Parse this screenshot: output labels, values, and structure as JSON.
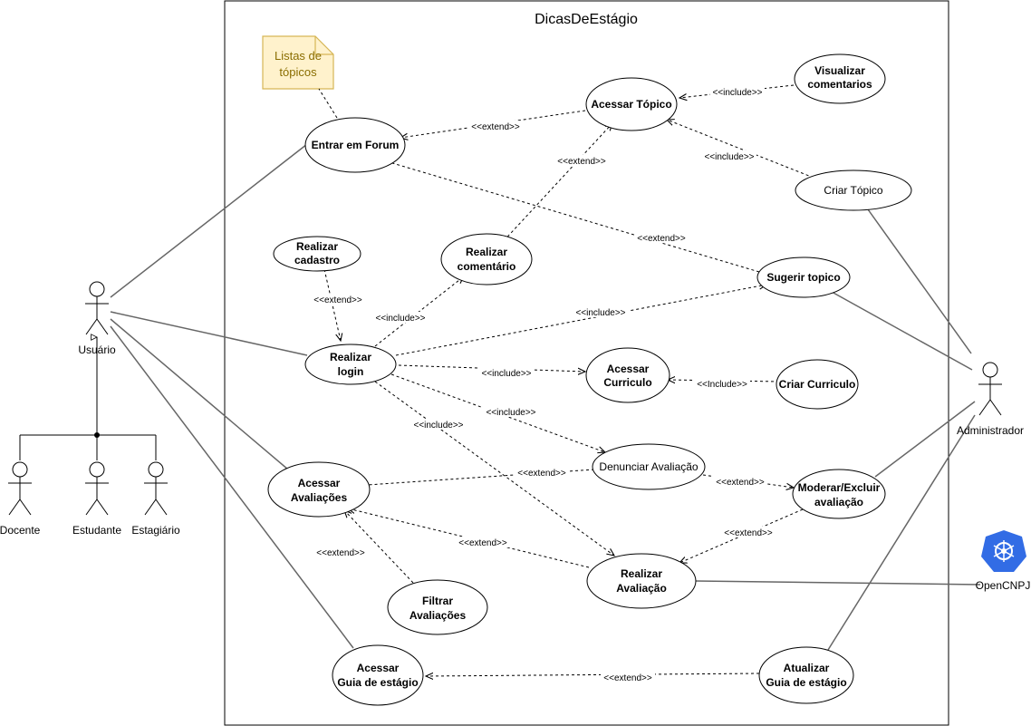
{
  "system": {
    "title": "DicasDeEstágio"
  },
  "note": {
    "line1": "Listas de",
    "line2": "tópicos"
  },
  "actors": {
    "usuario": "Usuário",
    "docente": "Docente",
    "estudante": "Estudante",
    "estagiario": "Estagiário",
    "administrador": "Administrador",
    "opencnpj": "OpenCNPJ"
  },
  "use_cases": {
    "entrar_forum": [
      "Entrar em Forum"
    ],
    "acessar_topico": [
      "Acessar Tópico"
    ],
    "visualizar_comentarios": [
      "Visualizar",
      "comentarios"
    ],
    "criar_topico": [
      "Criar Tópico"
    ],
    "realizar_cadastro": [
      "Realizar",
      "cadastro"
    ],
    "realizar_comentario": [
      "Realizar",
      "comentário"
    ],
    "sugerir_topico": [
      "Sugerir topico"
    ],
    "realizar_login": [
      "Realizar",
      "login"
    ],
    "acessar_curriculo": [
      "Acessar",
      "Curriculo"
    ],
    "criar_curriculo": [
      "Criar Curriculo"
    ],
    "denunciar_avaliacao": [
      "Denunciar Avaliação"
    ],
    "acessar_avaliacoes": [
      "Acessar",
      "Avaliações"
    ],
    "moderar_excluir": [
      "Moderar/Excluir",
      "avaliação"
    ],
    "realizar_avaliacao": [
      "Realizar",
      "Avaliação"
    ],
    "filtrar_avaliacoes": [
      "Filtrar",
      "Avaliações"
    ],
    "acessar_guia": [
      "Acessar",
      "Guia de estágio"
    ],
    "atualizar_guia": [
      "Atualizar",
      "Guia de estágio"
    ]
  },
  "relation_labels": {
    "include": "<<include>>",
    "extend": "<<extend>>",
    "include_cap": "<<Include>>"
  }
}
